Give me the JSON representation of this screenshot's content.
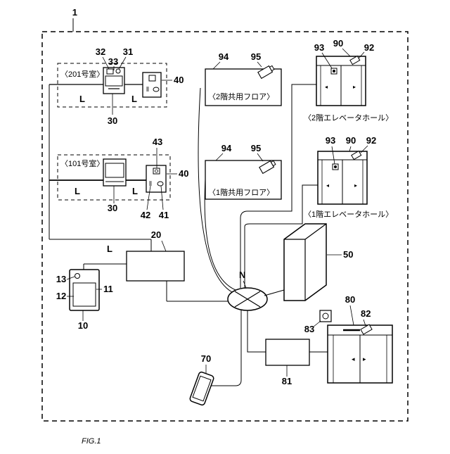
{
  "figure": {
    "system_number": "1",
    "caption": "FIG.1",
    "line_label": "L",
    "network_label": "N"
  },
  "rooms": {
    "room_201": {
      "label": "〈201号室〉",
      "base_unit_number": "30",
      "camera_number": "31",
      "display_number": "32",
      "button_number": "33",
      "door_unit_number": "40",
      "line_left": "L",
      "line_right": "L"
    },
    "room_101": {
      "label": "〈101号室〉",
      "base_unit_number": "30",
      "door_unit_number": "40",
      "camera_number": "43",
      "speaker_number": "42",
      "button_number": "41",
      "line_left": "L",
      "line_right": "L"
    }
  },
  "floors": {
    "floor2_common": {
      "label": "〈2階共用フロア〉",
      "frame_number": "94",
      "camera_number": "95"
    },
    "floor1_common": {
      "label": "〈1階共用フロア〉",
      "frame_number": "94",
      "camera_number": "95"
    },
    "floor2_elevator": {
      "label": "〈2階エレベータホール〉",
      "unit_number": "90",
      "panel_number": "93",
      "camera_number": "92"
    },
    "floor1_elevator": {
      "label": "〈1階エレベータホール〉",
      "unit_number": "90",
      "panel_number": "93",
      "camera_number": "92"
    }
  },
  "devices": {
    "control_device": "20",
    "server": "50",
    "management_terminal": {
      "number": "10",
      "screen_number": "12",
      "camera_number": "13",
      "body_number": "11"
    },
    "smartphone": "70",
    "elevator": {
      "number": "80",
      "camera_number": "82",
      "sensor_number": "83"
    },
    "elevator_controller": "81"
  }
}
